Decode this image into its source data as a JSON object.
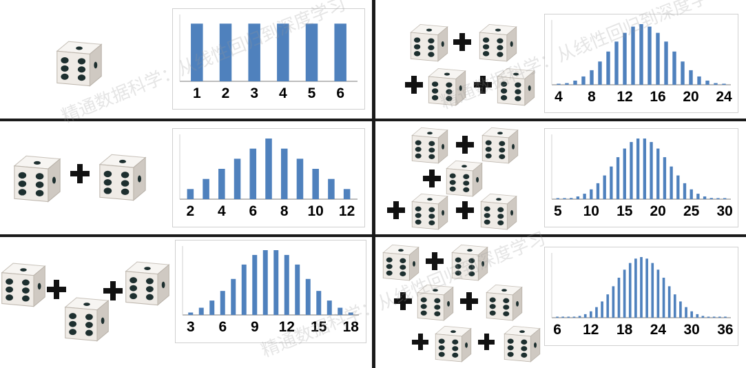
{
  "colors": {
    "bar": "#4f81bd",
    "rule": "#1a1a1a",
    "die_face": "#efebe6",
    "pip": "#1d2f2f",
    "plus": "#111111"
  },
  "watermark": "精通数据科学：从线性回归到深度学习",
  "panels": [
    {
      "dice_count": 1,
      "plus_count": 0
    },
    {
      "dice_count": 2,
      "plus_count": 1
    },
    {
      "dice_count": 3,
      "plus_count": 2
    },
    {
      "dice_count": 4,
      "plus_count": 3
    },
    {
      "dice_count": 5,
      "plus_count": 4
    },
    {
      "dice_count": 6,
      "plus_count": 5
    }
  ],
  "chart_data": [
    {
      "type": "bar",
      "title": "",
      "xlabel": "",
      "ylabel": "",
      "x": [
        1,
        2,
        3,
        4,
        5,
        6
      ],
      "values": [
        0.167,
        0.167,
        0.167,
        0.167,
        0.167,
        0.167
      ],
      "tick_labels": [
        "1",
        "2",
        "3",
        "4",
        "5",
        "6"
      ]
    },
    {
      "type": "bar",
      "title": "",
      "xlabel": "",
      "ylabel": "",
      "x": [
        2,
        3,
        4,
        5,
        6,
        7,
        8,
        9,
        10,
        11,
        12
      ],
      "values": [
        1,
        2,
        3,
        4,
        5,
        6,
        5,
        4,
        3,
        2,
        1
      ],
      "tick_labels": [
        "2",
        "4",
        "6",
        "8",
        "10",
        "12"
      ]
    },
    {
      "type": "bar",
      "title": "",
      "xlabel": "",
      "ylabel": "",
      "x": [
        3,
        4,
        5,
        6,
        7,
        8,
        9,
        10,
        11,
        12,
        13,
        14,
        15,
        16,
        17,
        18
      ],
      "values": [
        1,
        3,
        6,
        10,
        15,
        21,
        25,
        27,
        27,
        25,
        21,
        15,
        10,
        6,
        3,
        1
      ],
      "tick_labels": [
        "3",
        "6",
        "9",
        "12",
        "15",
        "18"
      ]
    },
    {
      "type": "bar",
      "title": "",
      "xlabel": "",
      "ylabel": "",
      "x": [
        4,
        5,
        6,
        7,
        8,
        9,
        10,
        11,
        12,
        13,
        14,
        15,
        16,
        17,
        18,
        19,
        20,
        21,
        22,
        23,
        24
      ],
      "values": [
        1,
        4,
        10,
        20,
        35,
        56,
        80,
        104,
        125,
        140,
        146,
        140,
        125,
        104,
        80,
        56,
        35,
        20,
        10,
        4,
        1
      ],
      "tick_labels": [
        "4",
        "8",
        "12",
        "16",
        "20",
        "24"
      ]
    },
    {
      "type": "bar",
      "title": "",
      "xlabel": "",
      "ylabel": "",
      "x": [
        5,
        6,
        7,
        8,
        9,
        10,
        11,
        12,
        13,
        14,
        15,
        16,
        17,
        18,
        19,
        20,
        21,
        22,
        23,
        24,
        25,
        26,
        27,
        28,
        29,
        30
      ],
      "values": [
        1,
        5,
        15,
        35,
        70,
        126,
        205,
        305,
        420,
        540,
        651,
        735,
        780,
        780,
        735,
        651,
        540,
        420,
        305,
        205,
        126,
        70,
        35,
        15,
        5,
        1
      ],
      "tick_labels": [
        "5",
        "10",
        "15",
        "20",
        "25",
        "30"
      ]
    },
    {
      "type": "bar",
      "title": "",
      "xlabel": "",
      "ylabel": "",
      "x": [
        6,
        7,
        8,
        9,
        10,
        11,
        12,
        13,
        14,
        15,
        16,
        17,
        18,
        19,
        20,
        21,
        22,
        23,
        24,
        25,
        26,
        27,
        28,
        29,
        30,
        31,
        32,
        33,
        34,
        35,
        36
      ],
      "values": [
        1,
        6,
        21,
        56,
        126,
        252,
        456,
        756,
        1161,
        1666,
        2247,
        2856,
        3431,
        3906,
        4221,
        4332,
        4221,
        3906,
        3431,
        2856,
        2247,
        1666,
        1161,
        756,
        456,
        252,
        126,
        56,
        21,
        6,
        1
      ],
      "tick_labels": [
        "6",
        "12",
        "18",
        "24",
        "30",
        "36"
      ]
    }
  ]
}
